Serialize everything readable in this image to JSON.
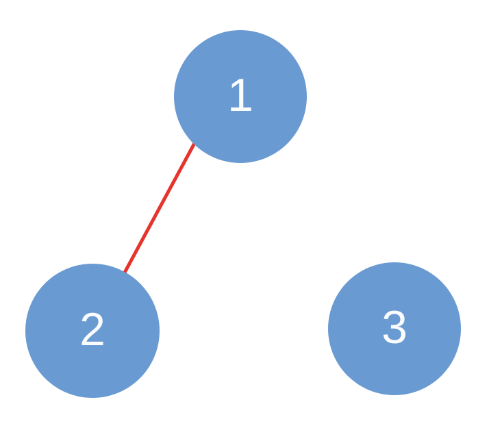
{
  "diagram": {
    "type": "graph",
    "colors": {
      "background": "#ffffff",
      "node_fill": "#6a9ad2",
      "node_label_color": "#fafcfe",
      "edge_color": "#e5342b"
    },
    "nodes": [
      {
        "id": "1",
        "label": "1"
      },
      {
        "id": "2",
        "label": "2"
      },
      {
        "id": "3",
        "label": "3"
      }
    ],
    "edges": [
      {
        "from": "1",
        "to": "2"
      }
    ]
  }
}
